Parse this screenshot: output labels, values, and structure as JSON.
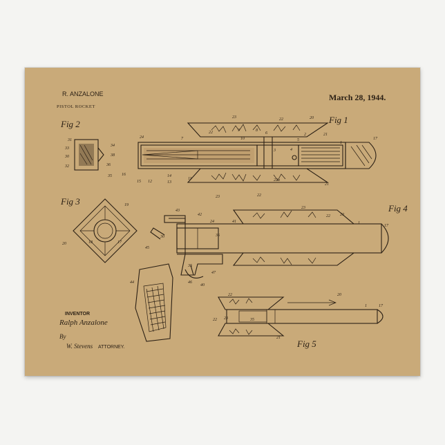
{
  "header": {
    "inventor_name": "R. ANZALONE",
    "title": "PISTOL ROCKET",
    "date": "March 28, 1944."
  },
  "footer": {
    "inventor_label": "INVENTOR",
    "signature": "Ralph Anzalone",
    "by": "By",
    "attorney_signature": "W. Stevens",
    "attorney_label": "ATTORNEY."
  },
  "figures": {
    "fig1": "Fig 1",
    "fig2": "Fig 2",
    "fig3": "Fig 3",
    "fig4": "Fig 4",
    "fig5": "Fig 5"
  },
  "ref_numbers": {
    "n1": "23",
    "n2": "22",
    "n3": "9",
    "n4": "8",
    "n5": "22",
    "n6": "20",
    "n7": "6",
    "n8": "2",
    "n9": "5",
    "n10": "21",
    "n11": "17",
    "n12": "24",
    "n13": "7",
    "n14": "10",
    "n15": "3",
    "n16": "4",
    "n17": "1",
    "n18": "16",
    "n19": "15",
    "n20": "12",
    "n21": "11",
    "n22": "14",
    "n23": "13",
    "n24": "22a",
    "n25": "23",
    "n26": "22",
    "n27": "21",
    "n28": "31",
    "n29": "33",
    "n30": "30",
    "n31": "32",
    "n32": "34",
    "n33": "35",
    "n34": "36",
    "n35": "38",
    "n36": "19",
    "n37": "20",
    "n38": "18",
    "n39": "17",
    "n40": "43",
    "n41": "42",
    "n42": "24",
    "n43": "41",
    "n44": "23",
    "n45": "22",
    "n46": "20",
    "n47": "1",
    "n48": "17",
    "n49": "45",
    "n50": "30",
    "n51": "36",
    "n52": "44",
    "n53": "35",
    "n54": "46",
    "n55": "40",
    "n56": "47",
    "n57": "20",
    "n58": "22",
    "n59": "22",
    "n60": "23",
    "n61": "35",
    "n62": "21",
    "n63": "1",
    "n64": "17"
  }
}
